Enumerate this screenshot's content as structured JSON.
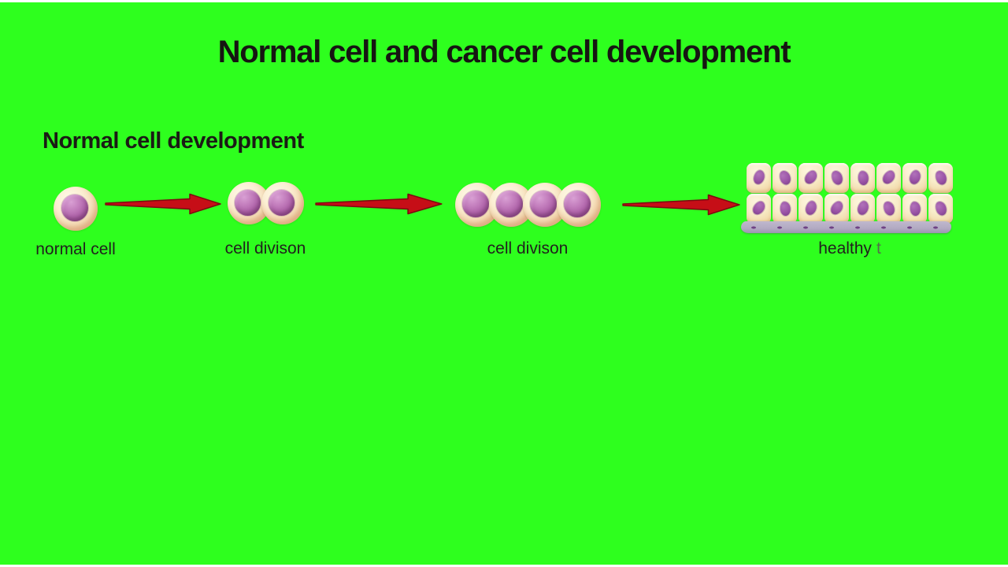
{
  "page": {
    "title": "Normal cell and cancer cell development",
    "section_title": "Normal cell development",
    "background_color": "#2eff1e",
    "frame_strip_color": "#ffffff"
  },
  "stages": [
    {
      "label": "normal cell",
      "cell_count": 1
    },
    {
      "label": "cell divison",
      "cell_count": 2
    },
    {
      "label": "cell divison",
      "cell_count": 4
    },
    {
      "label_main": "healthy",
      "label_suffix": "t",
      "tissue_rows": 2,
      "tissue_cols": 8
    }
  ],
  "arrows": [
    {
      "name": "arrow-normal-to-division1"
    },
    {
      "name": "arrow-division1-to-division2"
    },
    {
      "name": "arrow-division2-to-tissue"
    }
  ],
  "colors": {
    "arrow_fill": "#c60e17",
    "arrow_stroke": "#7d0a10",
    "cell_body": "#f3d9b2",
    "cell_nucleus": "#b267ac",
    "tissue_cell": "#f8ecc8",
    "tissue_nucleus": "#9a54a6",
    "membrane": "#b2aac2",
    "title_text": "#161612"
  }
}
